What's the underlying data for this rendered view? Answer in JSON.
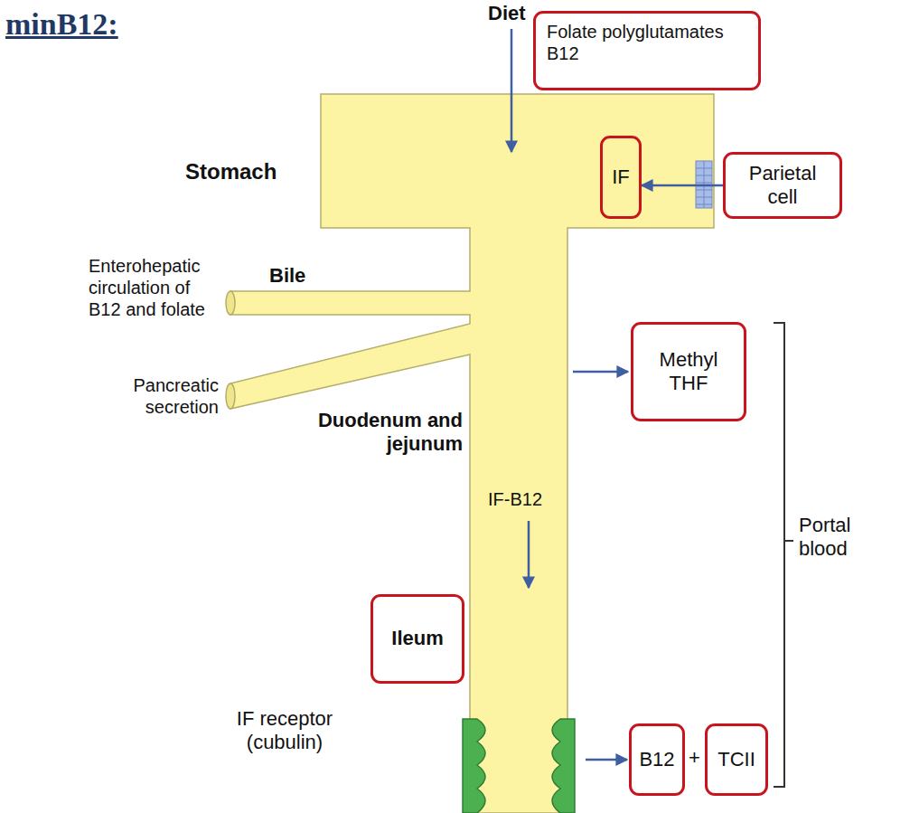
{
  "diagram": {
    "title": "minB12:",
    "nodes": [
      {
        "text": [
          "Folate polyglutamates B12"
        ]
      },
      {
        "text": [
          "IF"
        ]
      },
      {
        "text": [
          "Parietal cell"
        ]
      },
      {
        "text": [
          "Methyl THF"
        ]
      },
      {
        "text": [
          "Ileum"
        ]
      },
      {
        "text": [
          "B12"
        ]
      },
      {
        "text": [
          "TCII"
        ]
      }
    ],
    "edges": [
      {
        "from": 2,
        "to": 1,
        "arrow": "to"
      }
    ],
    "labels": [
      "Diet",
      "Stomach",
      "Enterohepatic circulation of B12 and folate",
      "Bile",
      "Pancreatic secretion",
      "Duodenum and jejunum",
      "IF-B12",
      "Portal blood",
      "IF receptor (cubulin)",
      "+"
    ]
  }
}
